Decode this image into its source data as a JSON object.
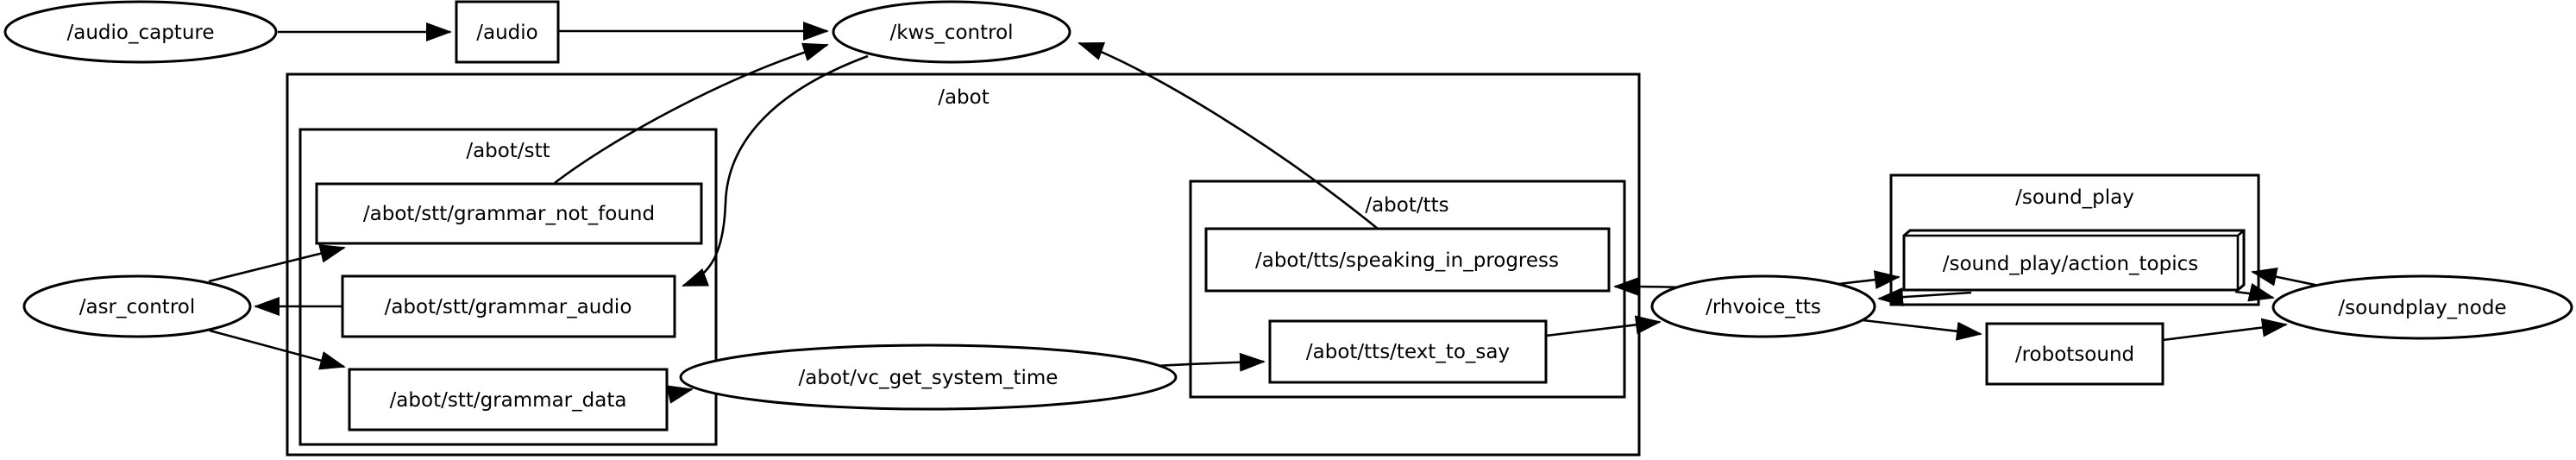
{
  "diagram": {
    "kind": "ros-computation-graph",
    "colors": {
      "background": "#ffffff",
      "stroke": "#000000",
      "fill": "#ffffff"
    },
    "containers": [
      {
        "id": "abot",
        "label": "/abot"
      },
      {
        "id": "abot_stt",
        "label": "/abot/stt"
      },
      {
        "id": "abot_tts",
        "label": "/abot/tts"
      },
      {
        "id": "sound_play",
        "label": "/sound_play"
      }
    ],
    "nodes": [
      {
        "id": "audio_capture",
        "label": "/audio_capture"
      },
      {
        "id": "kws_control",
        "label": "/kws_control"
      },
      {
        "id": "asr_control",
        "label": "/asr_control"
      },
      {
        "id": "vc_get_system_time",
        "label": "/abot/vc_get_system_time"
      },
      {
        "id": "rhvoice_tts",
        "label": "/rhvoice_tts"
      },
      {
        "id": "soundplay_node",
        "label": "/soundplay_node"
      }
    ],
    "topics": [
      {
        "id": "audio",
        "label": "/audio",
        "shape": "box"
      },
      {
        "id": "grammar_not_found",
        "label": "/abot/stt/grammar_not_found",
        "shape": "box"
      },
      {
        "id": "grammar_audio",
        "label": "/abot/stt/grammar_audio",
        "shape": "box"
      },
      {
        "id": "grammar_data",
        "label": "/abot/stt/grammar_data",
        "shape": "box"
      },
      {
        "id": "speaking_in_progress",
        "label": "/abot/tts/speaking_in_progress",
        "shape": "box"
      },
      {
        "id": "text_to_say",
        "label": "/abot/tts/text_to_say",
        "shape": "box"
      },
      {
        "id": "action_topics",
        "label": "/sound_play/action_topics",
        "shape": "box3d"
      },
      {
        "id": "robotsound",
        "label": "/robotsound",
        "shape": "box"
      }
    ],
    "edges": [
      {
        "from": "/audio_capture",
        "to": "/audio"
      },
      {
        "from": "/audio",
        "to": "/kws_control"
      },
      {
        "from": "/abot/stt/grammar_not_found",
        "to": "/kws_control"
      },
      {
        "from": "/abot/tts/speaking_in_progress",
        "to": "/kws_control"
      },
      {
        "from": "/kws_control",
        "to": "/abot/stt/grammar_audio"
      },
      {
        "from": "/asr_control",
        "to": "/abot/stt/grammar_not_found"
      },
      {
        "from": "/abot/stt/grammar_audio",
        "to": "/asr_control"
      },
      {
        "from": "/asr_control",
        "to": "/abot/stt/grammar_data"
      },
      {
        "from": "/abot/stt/grammar_data",
        "to": "/abot/vc_get_system_time"
      },
      {
        "from": "/abot/vc_get_system_time",
        "to": "/abot/tts/text_to_say"
      },
      {
        "from": "/abot/tts/text_to_say",
        "to": "/rhvoice_tts"
      },
      {
        "from": "/rhvoice_tts",
        "to": "/abot/tts/speaking_in_progress"
      },
      {
        "from": "/rhvoice_tts",
        "to": "/sound_play/action_topics"
      },
      {
        "from": "/sound_play/action_topics",
        "to": "/rhvoice_tts"
      },
      {
        "from": "/rhvoice_tts",
        "to": "/robotsound"
      },
      {
        "from": "/robotsound",
        "to": "/soundplay_node"
      },
      {
        "from": "/soundplay_node",
        "to": "/sound_play/action_topics"
      },
      {
        "from": "/sound_play/action_topics",
        "to": "/soundplay_node"
      }
    ]
  }
}
